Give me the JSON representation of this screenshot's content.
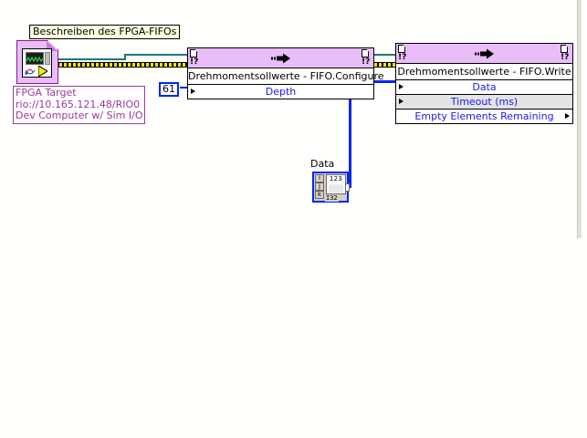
{
  "diagram": {
    "title_label": "Beschreiben des FPGA-FIFOs",
    "fpga_target": {
      "icon_name": "fpga-target-icon",
      "line1": "FPGA Target",
      "line2": "rio://10.165.121.48/RIO0",
      "line3": "Dev Computer w/ Sim I/O"
    },
    "nodes": [
      {
        "id": "fifo-configure",
        "title": "Drehmomentsollwerte - FIFO.Configure",
        "method_icon": "fifo-method-arrow-icon",
        "terminals": [
          {
            "label": "Depth",
            "input": true,
            "output": false,
            "recommended": false
          }
        ]
      },
      {
        "id": "fifo-write",
        "title": "Drehmomentsollwerte - FIFO.Write",
        "method_icon": "fifo-method-arrow-icon",
        "terminals": [
          {
            "label": "Data",
            "input": true,
            "output": false,
            "recommended": false
          },
          {
            "label": "Timeout (ms)",
            "input": true,
            "output": false,
            "recommended": true
          },
          {
            "label": "Empty Elements Remaining",
            "input": false,
            "output": true,
            "recommended": false
          }
        ]
      }
    ],
    "constants": {
      "depth_value": "61",
      "data_label": "Data",
      "data_array": {
        "index_labels": [
          "i",
          "j",
          "k"
        ],
        "element_value": "123",
        "type_tag": "I32"
      }
    },
    "colors": {
      "node_header": "#E8BDF8",
      "reference_wire": "#1A7A78",
      "error_wire_yellow": "#FFE800",
      "numeric_wire": "#0026F5",
      "terminal_text": "#1A1AEE",
      "label_text": "#9B3A9B",
      "title_background": "#FFFFE0"
    }
  }
}
